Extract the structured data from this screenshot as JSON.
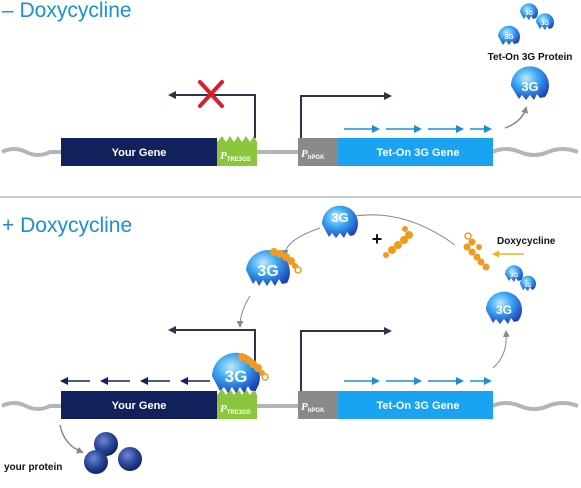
{
  "colors": {
    "accent": "#1a8fd6",
    "gene_box": "#12205b",
    "tet_on_box": "#1aa3f0",
    "promoter_tre": "#8cc63e",
    "promoter_hpgk": "#8a8a8a",
    "cross": "#d8202a",
    "orange": "#f29a1e"
  },
  "top": {
    "title": "– Doxycycline",
    "your_gene": "Your Gene",
    "tre_p": "P",
    "tre_sub": "TRE3GS",
    "hpgk_p": "P",
    "hpgk_sub": "hPGK",
    "tet_on_gene": "Tet-On 3G Gene",
    "protein_label": "Tet-On 3G Protein",
    "blob_label": "3G"
  },
  "bottom": {
    "title": "+ Doxycycline",
    "your_gene": "Your Gene",
    "tre_p": "P",
    "tre_sub": "TRE3GS",
    "hpgk_p": "P",
    "hpgk_sub": "hPGK",
    "tet_on_gene": "Tet-On 3G Gene",
    "plus": "+",
    "doxycycline": "Doxycycline",
    "your_protein": "your protein",
    "blob_label": "3G"
  },
  "icons": [
    "cross-icon",
    "arrow-icon",
    "protein-blob-icon",
    "doxycycline-molecule-icon"
  ]
}
